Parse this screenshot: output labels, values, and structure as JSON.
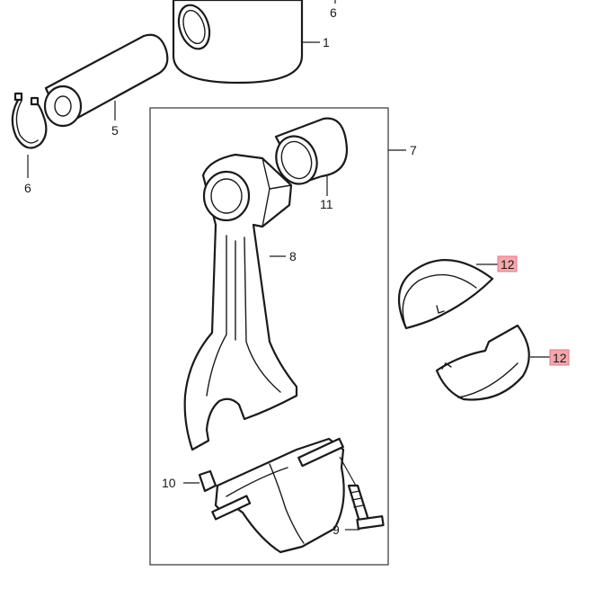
{
  "callouts": {
    "c1": "1",
    "c5": "5",
    "c6_top": "6",
    "c6_left": "6",
    "c7": "7",
    "c8": "8",
    "c9": "9",
    "c10": "10",
    "c11": "11",
    "c12_upper": "12",
    "c12_lower": "12"
  },
  "highlight_color": "#f4a7ad",
  "highlighted_callouts": [
    "c12_upper",
    "c12_lower"
  ]
}
